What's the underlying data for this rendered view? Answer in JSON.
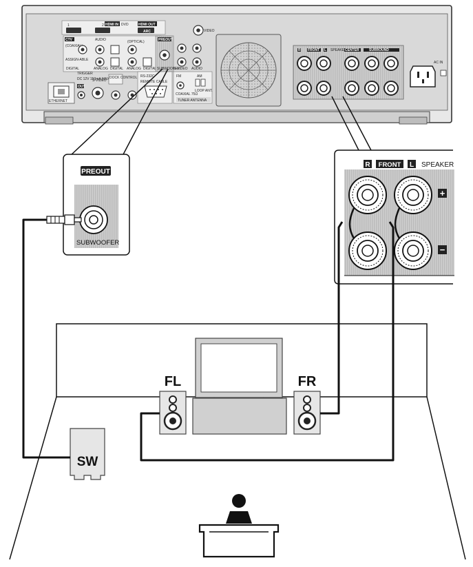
{
  "receiver": {
    "hdmi_in_numbers": [
      "1",
      "2"
    ],
    "hdmi_in_label": "HDMI IN",
    "hdmi_out_label": "HDMI OUT",
    "arc_label": "ARC",
    "dvd_label": "DVD",
    "ctv_label": "CTV",
    "video_label": "VIDEO",
    "coaxial_label": "(COAXIAL)",
    "assign_label": "ASSIGN-ABLE",
    "optical_label": "(OPTICAL)",
    "digital_label": "DIGITAL",
    "analog_label": "ANALOG",
    "audio_label": "AUDIO",
    "trigger_label": "TRIGGER",
    "trigger_spec": "DC 12V 150mA MAX",
    "out_label": "OUT",
    "svideo_label": "S-VIDEO",
    "dock_label": "DOCK CONTROL",
    "ethernet_label": "ETHERNET",
    "remote_cable_label": "REMOTE CABLE",
    "rs232_label": "RS-232C",
    "fm_label": "FM",
    "am_label": "AM",
    "coax_75_label": "COAXIAL 75Ω",
    "loop_label": "LOOP ANT.",
    "antenna_label": "TUNER ANTENNA",
    "preout_small": "PREOUT",
    "subwoofer_small": "SUBWOOFER",
    "speakers_label": "SPEAKERS",
    "front_small": "FRONT",
    "center_label": "CENTER",
    "surround_label": "SURROUND",
    "r_label": "R",
    "l_label": "L",
    "ac_in_label": "AC IN"
  },
  "preout_callout": {
    "badge": "PREOUT",
    "jack_label": "SUBWOOFER"
  },
  "speaker_callout": {
    "r_badge": "R",
    "front_badge": "FRONT",
    "l_badge": "L",
    "title": "SPEAKER",
    "plus": "+",
    "minus": "−"
  },
  "room": {
    "fl_label": "FL",
    "fr_label": "FR",
    "sw_label": "SW"
  },
  "colors": {
    "panel": "#d6d6d6",
    "panel_dark": "#9a9a9a",
    "badge": "#222222",
    "line": "#111111",
    "speaker_fill": "#e6e6e6"
  }
}
